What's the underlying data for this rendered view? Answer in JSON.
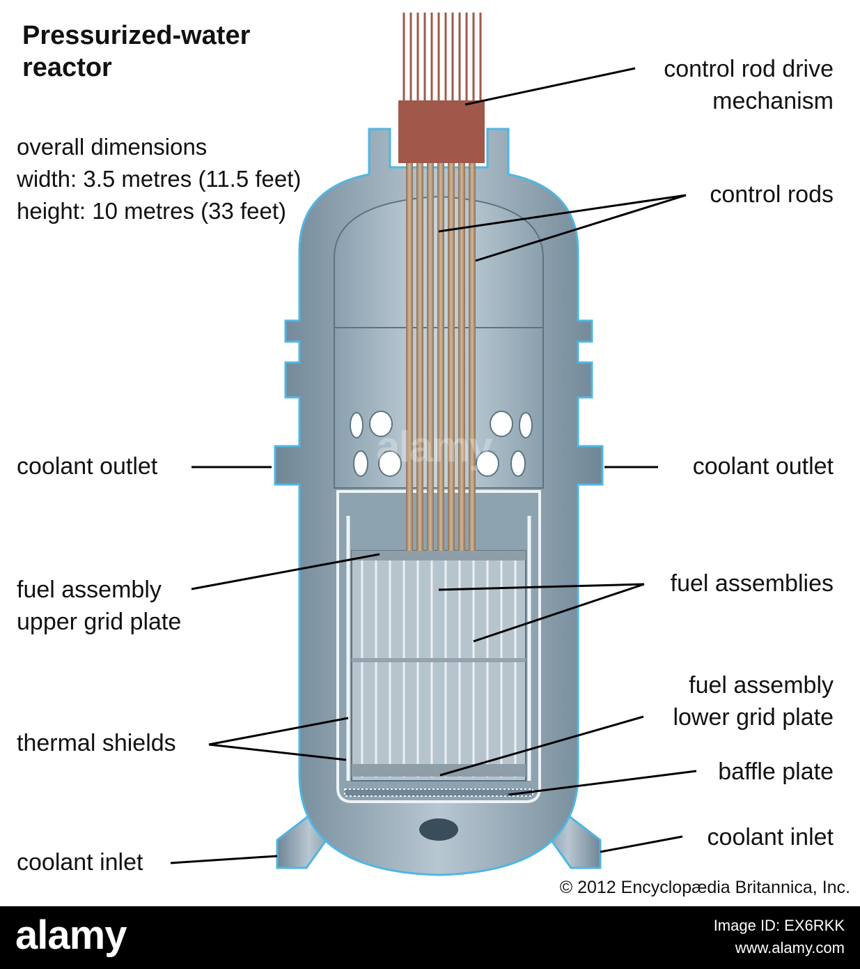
{
  "diagram": {
    "title": [
      "Pressurized-water",
      "reactor"
    ],
    "dimensions": [
      "overall dimensions",
      "width: 3.5 metres (11.5 feet)",
      "height: 10 metres (33 feet)"
    ],
    "labels": {
      "control_rod_drive": [
        "control rod drive",
        "mechanism"
      ],
      "control_rods": "control rods",
      "coolant_outlet_left": "coolant outlet",
      "coolant_outlet_right": "coolant outlet",
      "fuel_upper_grid": [
        "fuel assembly",
        "upper grid plate"
      ],
      "fuel_assemblies": "fuel assemblies",
      "fuel_lower_grid": [
        "fuel assembly",
        "lower grid plate"
      ],
      "thermal_shields": "thermal shields",
      "baffle_plate": "baffle plate",
      "coolant_inlet_right": "coolant inlet",
      "coolant_inlet_left": "coolant inlet"
    },
    "copyright": "© 2012 Encyclopædia Britannica, Inc.",
    "watermark": "alamy"
  },
  "footer": {
    "logo": "alamy",
    "image_id": "Image ID: EX6RKK",
    "site": "www.alamy.com"
  },
  "colors": {
    "vessel": "#7f95a4",
    "vessel_light": "#b9c8d2",
    "vessel_outline": "#4fb6e3",
    "rod": "#b89a7c",
    "rod_drive": "#a0584a",
    "leader": "#000000"
  }
}
